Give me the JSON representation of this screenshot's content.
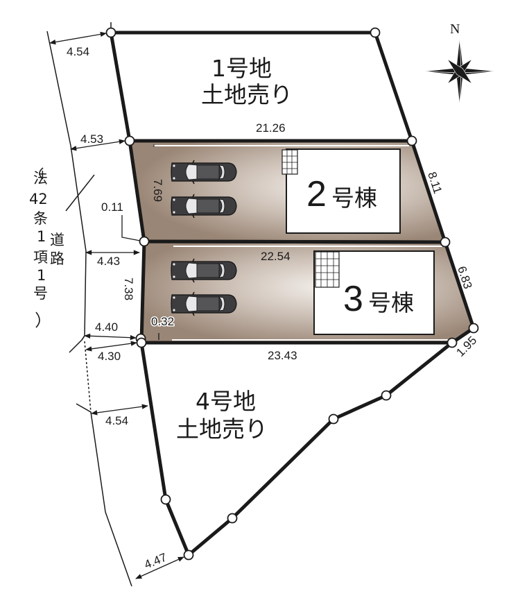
{
  "compass": {
    "label": "N"
  },
  "road": {
    "label_main": [
      "道",
      "路"
    ],
    "label_sub": [
      "(",
      "法",
      "42",
      "条",
      "1",
      "項",
      "1",
      "号",
      ")"
    ]
  },
  "lots": [
    {
      "id": "lot1",
      "line1": "1号地",
      "line2": "土地売り"
    },
    {
      "id": "lot4",
      "line1": "4号地",
      "line2": "土地売り"
    }
  ],
  "buildings": [
    {
      "id": "bldg2",
      "number": "2",
      "suffix": "号棟"
    },
    {
      "id": "bldg3",
      "number": "3",
      "suffix": "号棟"
    }
  ],
  "dimensions": {
    "road_width_top": "4.54",
    "road_width_lot1_bottom": "4.53",
    "road_width_bldg3_top": "4.43",
    "road_width_bldg3_bottom": "4.40",
    "road_width_lot4_top": "4.30",
    "road_width_lot4_mid": "4.54",
    "road_width_lot4_bottom": "4.47",
    "bldg2_north_edge": "21.26",
    "bldg2_west_edge": "7.69",
    "bldg2_east_edge": "8.11",
    "bldg2_offset": "0.11",
    "bldg3_north_edge": "22.54",
    "bldg3_west_edge": "7.38",
    "bldg3_east_edge": "6.83",
    "bldg3_offset": "0.32",
    "bldg3_south_edge": "23.43",
    "bldg3_se_edge": "1.95"
  },
  "colors": {
    "parcel_fill_dark": "#9a8676",
    "parcel_fill_light": "#ece6e1",
    "line": "#1a1a1a",
    "background": "#ffffff"
  }
}
